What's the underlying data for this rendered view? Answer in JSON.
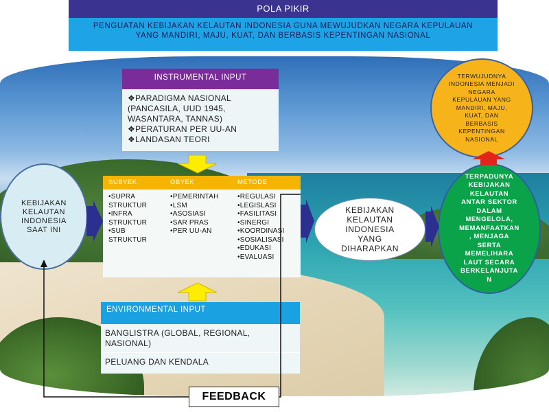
{
  "header": {
    "title": "POLA PIKIR",
    "subtitle_line1": "PENGUATAN KEBIJAKAN KELAUTAN INDONESIA GUNA MEWUJUDKAN NEGARA KEPULAUAN",
    "subtitle_line2": "YANG MANDIRI, MAJU, KUAT, DAN BERBASIS KEPENTINGAN NASIONAL"
  },
  "instrumental": {
    "title": "INSTRUMENTAL INPUT",
    "lines": [
      "❖PARADIGMA NASIONAL",
      "(PANCASILA, UUD 1945,",
      "WASANTARA, TANNAS)",
      "❖PERATURAN PER UU-AN",
      "❖LANDASAN TEORI"
    ]
  },
  "core": {
    "headers": [
      "SUBYEK",
      "OBYEK",
      "METODE"
    ],
    "subyek": [
      "•SUPRA",
      "STRUKTUR",
      "•INFRA",
      "STRUKTUR",
      "•SUB",
      "STRUKTUR"
    ],
    "obyek": [
      "•PEMERINTAH",
      "•LSM",
      "•ASOSIASI",
      "•SAR PRAS",
      "•PER UU-AN"
    ],
    "metode": [
      "•REGULASI",
      "•LEGISLASI",
      "•FASILITASI",
      "•SINERGI",
      "•KOORDINASI",
      "•SOSIALISASI",
      "•EDUKASI",
      "•EVALUASI"
    ]
  },
  "environmental": {
    "title": "ENVIRONMENTAL INPUT",
    "item1_line1": "BANGLISTRA (GLOBAL, REGIONAL,",
    "item1_line2": "NASIONAL)",
    "item2": "PELUANG DAN KENDALA"
  },
  "current_policy": [
    "KEBIJAKAN",
    "KELAUTAN",
    "INDONESIA",
    "SAAT INI"
  ],
  "desired_policy": [
    "KEBIJAKAN",
    "KELAUTAN",
    "INDONESIA",
    "YANG",
    "DIHARAPKAN"
  ],
  "result": [
    "TERWUJUDNYA",
    "INDONESIA MENJADI",
    "NEGARA",
    "KEPULAUAN YANG",
    "MANDIRI, MAJU,",
    "KUAT, DAN",
    "BERBASIS",
    "KEPENTINGAN",
    "NASIONAL"
  ],
  "integration": [
    "TERPADUNYA",
    "KEBIJAKAN",
    "KELAUTAN",
    "ANTAR SEKTOR",
    "DALAM",
    "MENGELOLA,",
    "MEMANFAATKAN",
    ", MENJAGA",
    "SERTA",
    "MEMELIHARA",
    "LAUT SECARA",
    "BERKELANJUTA",
    "N"
  ],
  "feedback": "FEEDBACK",
  "colors": {
    "title_bg": "#3a3490",
    "subtitle_bg": "#1ea3e6",
    "instrumental_head": "#7a2d9a",
    "core_head": "#f4b400",
    "environmental_head": "#1aa1e2",
    "result_fill": "#f7b41a",
    "integration_fill": "#0ba34a",
    "arrow_navy": "#2b2f8f",
    "arrow_yellow": "#ffec00",
    "arrow_red": "#e2241b"
  }
}
